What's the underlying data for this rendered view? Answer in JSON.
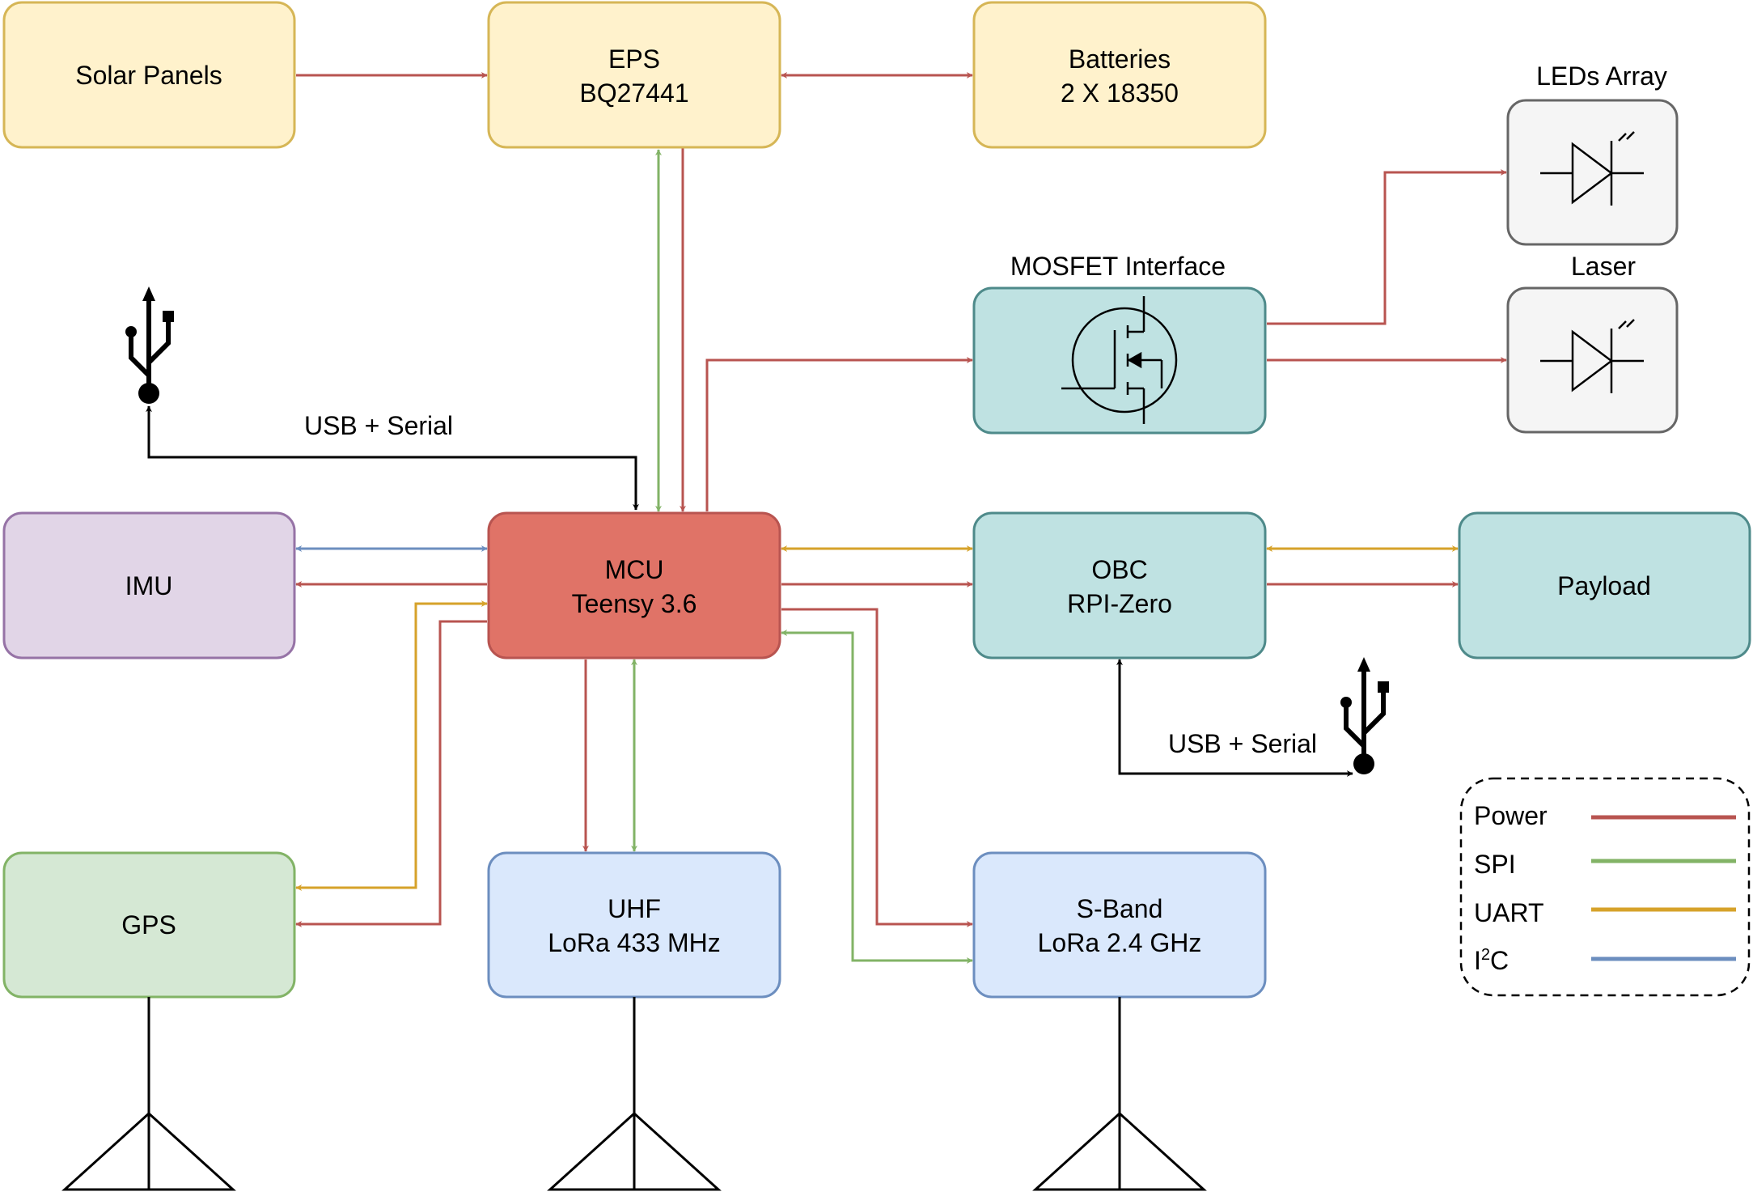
{
  "colors": {
    "power": "#b85450",
    "spi": "#82b366",
    "uart": "#d6a22a",
    "i2c": "#6c8ebf",
    "usb": "#000000"
  },
  "blocks": {
    "solar": {
      "line1": "Solar Panels"
    },
    "eps": {
      "line1": "EPS",
      "line2": "BQ27441"
    },
    "batteries": {
      "line1": "Batteries",
      "line2": "2 X 18350"
    },
    "mosfet": {
      "title": "MOSFET Interface"
    },
    "leds": {
      "title": "LEDs Array"
    },
    "laser": {
      "title": "Laser"
    },
    "imu": {
      "line1": "IMU"
    },
    "mcu": {
      "line1": "MCU",
      "line2": "Teensy 3.6"
    },
    "obc": {
      "line1": "OBC",
      "line2": "RPI-Zero"
    },
    "payload": {
      "line1": "Payload"
    },
    "gps": {
      "line1": "GPS"
    },
    "uhf": {
      "line1": "UHF",
      "line2": "LoRa 433 MHz"
    },
    "sband": {
      "line1": "S-Band",
      "line2": "LoRa 2.4 GHz"
    }
  },
  "labels": {
    "usb_mcu": "USB + Serial",
    "usb_obc": "USB + Serial"
  },
  "legend": {
    "items": [
      {
        "label": "Power",
        "color": "#b85450"
      },
      {
        "label": "SPI",
        "color": "#82b366"
      },
      {
        "label": "UART",
        "color": "#d6a22a"
      },
      {
        "label_main": "I",
        "label_sup": "2",
        "label_end": "C",
        "color": "#6c8ebf"
      }
    ]
  }
}
